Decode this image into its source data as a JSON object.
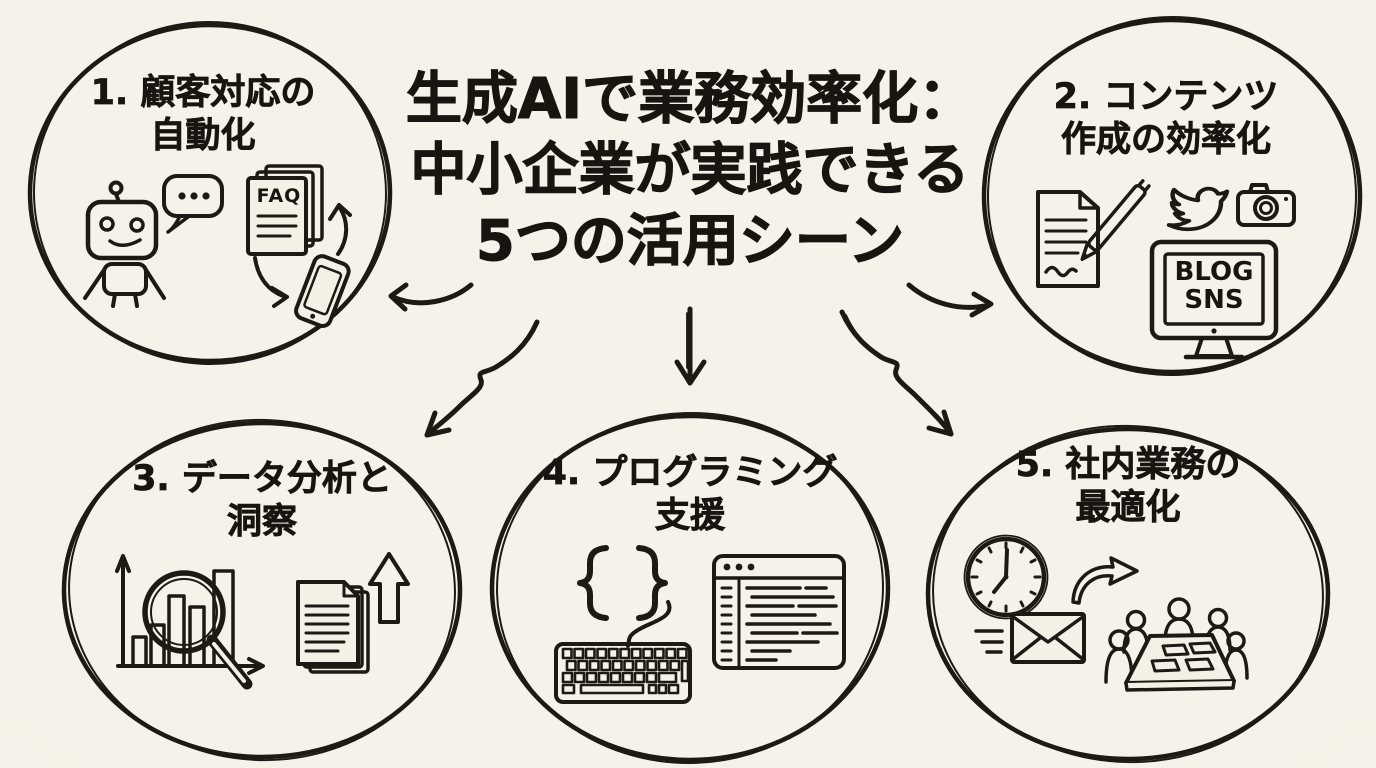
{
  "colors": {
    "background": "#f2efe5",
    "ink": "#1d1a15"
  },
  "title": {
    "line1": "生成AIで業務効率化：",
    "line2": "中小企業が実践できる",
    "line3": "5つの活用シーン"
  },
  "nodes": {
    "n1": {
      "title1": "1. 顧客対応の",
      "title2": "自動化",
      "faq_label": "FAQ"
    },
    "n2": {
      "title1": "2. コンテンツ",
      "title2": "作成の効率化",
      "screen_line1": "BLOG",
      "screen_line2": "SNS"
    },
    "n3": {
      "title1": "3. データ分析と",
      "title2": "洞察"
    },
    "n4": {
      "title1": "4. プログラミング",
      "title2": "支援"
    },
    "n5": {
      "title1": "5. 社内業務の",
      "title2": "最適化"
    }
  }
}
